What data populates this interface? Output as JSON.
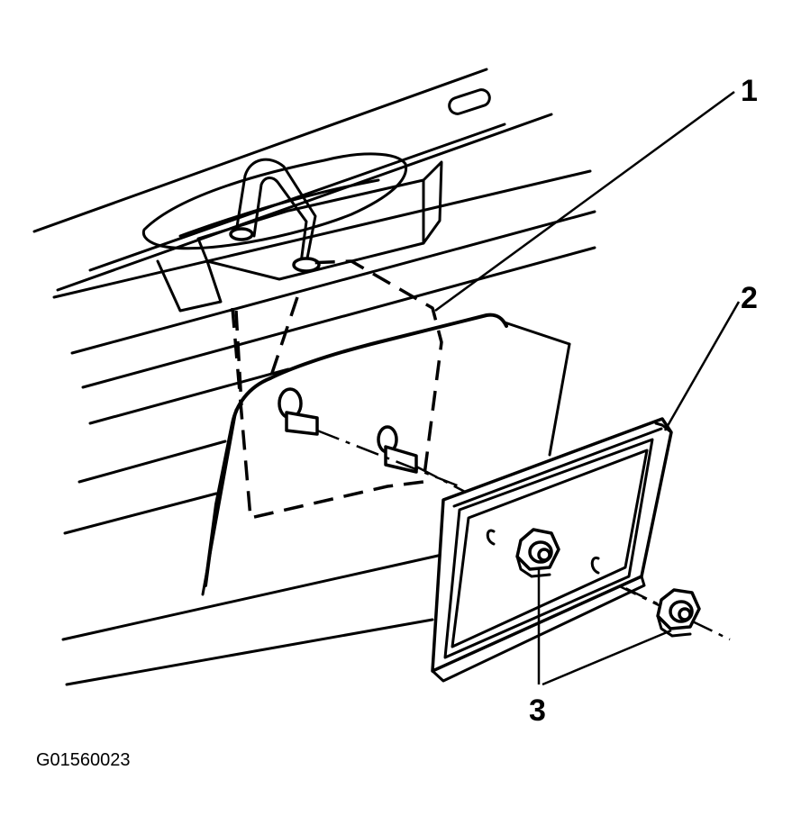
{
  "diagram": {
    "callouts": [
      {
        "id": "callout-1",
        "label": "1"
      },
      {
        "id": "callout-2",
        "label": "2"
      },
      {
        "id": "callout-3",
        "label": "3"
      }
    ],
    "figure_id": "G01560023",
    "colors": {
      "line": "#000000",
      "background": "#ffffff"
    }
  }
}
